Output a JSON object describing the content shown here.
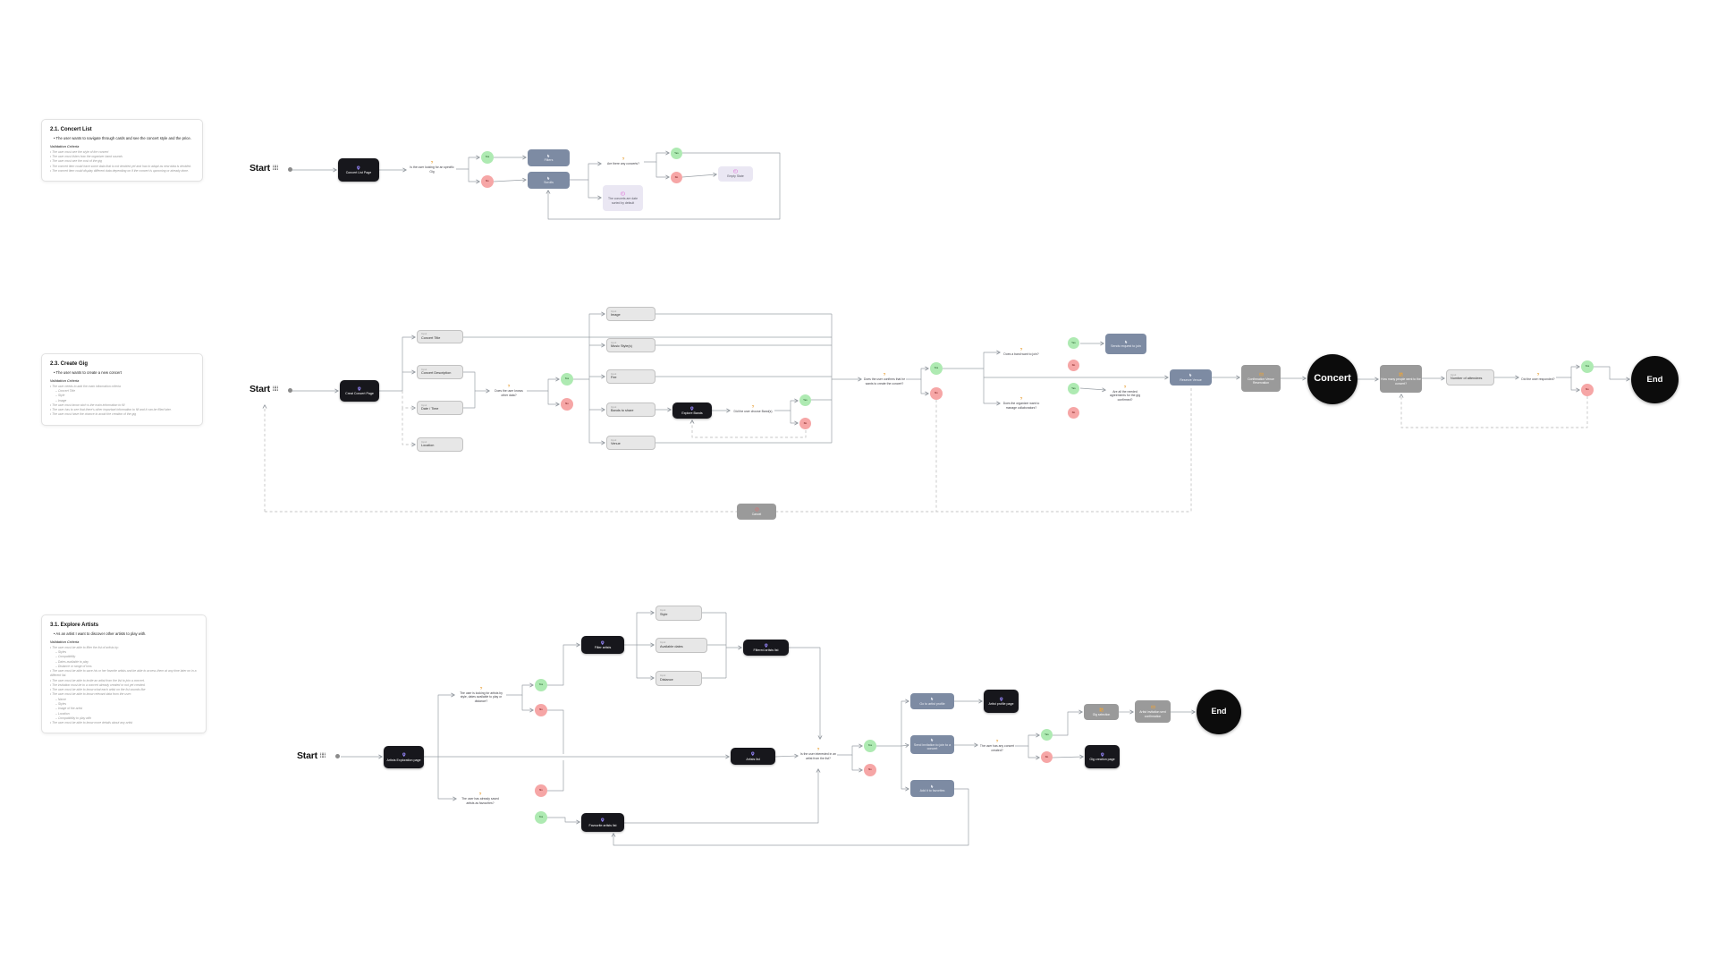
{
  "colors": {
    "dark": "#17171c",
    "slate": "#7d8ba3",
    "gray": "#9a9a9a",
    "lavender": "#eae7f3",
    "purple": "#8b7ce8",
    "orange": "#e8a33d",
    "pink": "#df6fd8",
    "yes_green": "#aeeab2",
    "no_red": "#f6a6a6",
    "edge": "#9aa0a6",
    "edge_dashed": "#c6c6c6"
  },
  "labels": {
    "start": "Start",
    "yes": "Yes",
    "no": "No",
    "input": "Input"
  },
  "cards": [
    {
      "id": "card-concert-list",
      "title": "2.1. Concert List",
      "bullets": [
        "The user wants to navigate through cards and see the concert style and the price."
      ],
      "criteria_heading": "Validation Criteria",
      "criteria": [
        {
          "level": 0,
          "text": "The user must see the style of the concert"
        },
        {
          "level": 0,
          "text": "The user must listen how the organizer band sounds"
        },
        {
          "level": 0,
          "text": "The user must see the cost of the gig"
        },
        {
          "level": 0,
          "text": "The concert item could have some data that is not decided yet and has to adapt as new data is decided."
        },
        {
          "level": 0,
          "text": "The concert item could display different data depending on if the concert is upcoming or already done."
        }
      ]
    },
    {
      "id": "card-create-gig",
      "title": "2.3. Create Gig",
      "bullets": [
        "The user wants to create a new concert"
      ],
      "criteria_heading": "Validation Criteria",
      "criteria": [
        {
          "level": 0,
          "text": "The user needs to add the main information criteria"
        },
        {
          "level": 1,
          "text": "Concert Title"
        },
        {
          "level": 1,
          "text": "Style"
        },
        {
          "level": 1,
          "text": "Image"
        },
        {
          "level": 0,
          "text": "The user must know wich is the main information to fill"
        },
        {
          "level": 0,
          "text": "The user has to see that there's other important information to fill and it can be filled later."
        },
        {
          "level": 0,
          "text": "The user must have the chance to avoid the creation of the gig"
        }
      ]
    },
    {
      "id": "card-explore-artists",
      "title": "3.1. Explore Artists",
      "bullets": [
        "As an artist I want to discover other artists to play with."
      ],
      "criteria_heading": "Validation Criteria",
      "criteria": [
        {
          "level": 0,
          "text": "The user must be able to filter the list of artists by:"
        },
        {
          "level": 1,
          "text": "Styles"
        },
        {
          "level": 1,
          "text": "Compatibility"
        },
        {
          "level": 1,
          "text": "Dates available to play"
        },
        {
          "level": 1,
          "text": "Distance or range of kms"
        },
        {
          "level": 0,
          "text": "The user must be able to save his or her favorite artists and be able to access them at any time later on in a different list."
        },
        {
          "level": 0,
          "text": "The user must be able to invite an artist from the list to join a concert."
        },
        {
          "level": 0,
          "text": "The invitation must be to a concert already created or not yet created."
        },
        {
          "level": 0,
          "text": "The user must be able to know what each artist on the list sounds like"
        },
        {
          "level": 0,
          "text": "The user must be able to know relevant data from the user:"
        },
        {
          "level": 1,
          "text": "Name"
        },
        {
          "level": 1,
          "text": "Styles"
        },
        {
          "level": 1,
          "text": "Image of the artist"
        },
        {
          "level": 1,
          "text": "Location"
        },
        {
          "level": 1,
          "text": "Compatibility to play with"
        },
        {
          "level": 0,
          "text": "The user must be able to know more details about any artist"
        }
      ]
    }
  ],
  "nodes": [
    {
      "id": "startA",
      "kind": "start",
      "name": "start-label-concert-list",
      "label": "Start"
    },
    {
      "id": "dotA",
      "kind": "dot",
      "name": "connector-start-dot"
    },
    {
      "id": "a1",
      "kind": "page",
      "icon": "pin-icon",
      "name": "node-concert-list-page",
      "label": "Concert List Page"
    },
    {
      "id": "a2",
      "kind": "question",
      "name": "question-specific-gig",
      "label": "Is the user looking for an specific Gig"
    },
    {
      "id": "aYes1",
      "kind": "yes",
      "name": "yes-badge",
      "label": "Yes"
    },
    {
      "id": "aNo1",
      "kind": "no",
      "name": "no-badge",
      "label": "No"
    },
    {
      "id": "a3",
      "kind": "action",
      "icon": "cursor-icon",
      "name": "node-filters",
      "label": "Filters"
    },
    {
      "id": "a4",
      "kind": "action",
      "icon": "cursor-icon",
      "name": "node-scrolls",
      "label": "Scrolls"
    },
    {
      "id": "a5",
      "kind": "question",
      "name": "question-any-concerts",
      "label": "Are there any concerts?"
    },
    {
      "id": "aYes2",
      "kind": "yes",
      "name": "yes-badge",
      "label": "Yes"
    },
    {
      "id": "aNo2",
      "kind": "no",
      "name": "no-badge",
      "label": "No"
    },
    {
      "id": "a6",
      "kind": "note",
      "icon": "window-icon",
      "name": "node-empty-state",
      "label": "Empty State"
    },
    {
      "id": "a7",
      "kind": "note",
      "icon": "window-icon",
      "name": "note-date-sorted",
      "label": "The concerts are date sorted by default"
    },
    {
      "id": "startB",
      "kind": "start",
      "name": "start-label-create-gig",
      "label": "Start"
    },
    {
      "id": "dotB",
      "kind": "dot",
      "name": "connector-start-dot"
    },
    {
      "id": "b1",
      "kind": "page",
      "icon": "pin-icon",
      "name": "node-creat-concert-page",
      "label": "Creat Concert Page"
    },
    {
      "id": "b2",
      "kind": "input",
      "name": "input-concert-title",
      "label": "Concert Title"
    },
    {
      "id": "b3",
      "kind": "input",
      "name": "input-concert-description",
      "label": "Concert Description"
    },
    {
      "id": "b4",
      "kind": "input",
      "name": "input-date-time",
      "label": "Date / Time"
    },
    {
      "id": "b5",
      "kind": "input",
      "name": "input-location",
      "label": "Location"
    },
    {
      "id": "b6",
      "kind": "question",
      "name": "question-knows-other-data",
      "label": "Does the user knows other data?"
    },
    {
      "id": "bYes1",
      "kind": "yes",
      "name": "yes-badge",
      "label": "Yes"
    },
    {
      "id": "bNo1",
      "kind": "no",
      "name": "no-badge",
      "label": "No"
    },
    {
      "id": "b7",
      "kind": "input",
      "name": "input-image",
      "label": "Image"
    },
    {
      "id": "b8",
      "kind": "input",
      "name": "input-music-styles",
      "label": "Music Style(s)"
    },
    {
      "id": "b9",
      "kind": "input",
      "name": "input-fee",
      "label": "Fee"
    },
    {
      "id": "b10",
      "kind": "input",
      "name": "input-bands-to-share",
      "label": "Bands to share"
    },
    {
      "id": "b11",
      "kind": "input",
      "name": "input-venue",
      "label": "Venue"
    },
    {
      "id": "b12",
      "kind": "page",
      "icon": "pin-icon",
      "name": "node-explore-bands",
      "label": "Explore Bands"
    },
    {
      "id": "b13",
      "kind": "question",
      "name": "question-choose-bands",
      "label": "Did the user choose Band(s)"
    },
    {
      "id": "bYes2",
      "kind": "yes",
      "name": "yes-badge",
      "label": "Yes"
    },
    {
      "id": "bNo2",
      "kind": "no",
      "name": "no-badge",
      "label": "No"
    },
    {
      "id": "b14",
      "kind": "question",
      "name": "question-confirm-create",
      "label": "Does the user confirms that he wants to create the concert?"
    },
    {
      "id": "bYes3",
      "kind": "yes",
      "name": "yes-badge",
      "label": "Yes"
    },
    {
      "id": "bNo3",
      "kind": "no",
      "name": "no-badge",
      "label": "No"
    },
    {
      "id": "b15",
      "kind": "question",
      "name": "question-band-join",
      "label": "Does a band want to join?"
    },
    {
      "id": "bYes4",
      "kind": "yes",
      "name": "yes-badge",
      "label": "Yes"
    },
    {
      "id": "bNo4",
      "kind": "no",
      "name": "no-badge",
      "label": "No"
    },
    {
      "id": "b16",
      "kind": "action",
      "icon": "cursor-icon",
      "name": "node-sends-request",
      "label": "Sends request to join"
    },
    {
      "id": "b17",
      "kind": "question",
      "name": "question-manage-collaborators",
      "label": "Does the organizer want to manage collaborators?"
    },
    {
      "id": "bYes5",
      "kind": "yes",
      "name": "yes-badge",
      "label": "Yes"
    },
    {
      "id": "bNo5",
      "kind": "no",
      "name": "no-badge",
      "label": "No"
    },
    {
      "id": "b18",
      "kind": "question",
      "name": "question-agreements-confirmed",
      "label": "Are all the needed agreements for the gig confirmed?"
    },
    {
      "id": "b19",
      "kind": "action",
      "icon": "cursor-icon",
      "name": "node-reserve-venue",
      "label": "Reserve Venue"
    },
    {
      "id": "b20",
      "kind": "gray",
      "icon": "mail-icon",
      "name": "node-confirmation-venue-reservation",
      "label": "Confirmation Venue Reservation"
    },
    {
      "id": "b21",
      "kind": "terminal",
      "name": "node-concert-milestone",
      "label": "Concert"
    },
    {
      "id": "b22",
      "kind": "gray",
      "icon": "grid-icon",
      "name": "node-how-many-people",
      "label": "How many people went to the concert?"
    },
    {
      "id": "b23",
      "kind": "input",
      "name": "input-number-of-attendees",
      "label": "Number of attendees"
    },
    {
      "id": "b24",
      "kind": "question",
      "name": "question-user-responded",
      "label": "Did the user responded?"
    },
    {
      "id": "bYes6",
      "kind": "yes",
      "name": "yes-badge",
      "label": "Yes"
    },
    {
      "id": "bNo6",
      "kind": "no",
      "name": "no-badge",
      "label": "No"
    },
    {
      "id": "b25",
      "kind": "terminal",
      "name": "node-end-create-gig",
      "label": "End"
    },
    {
      "id": "b26",
      "kind": "gray",
      "icon": "cancel-icon",
      "name": "node-cancel",
      "label": "Cancel"
    },
    {
      "id": "startC",
      "kind": "start",
      "name": "start-label-explore-artists",
      "label": "Start"
    },
    {
      "id": "dotC",
      "kind": "dot",
      "name": "connector-start-dot"
    },
    {
      "id": "c1",
      "kind": "page",
      "icon": "pin-icon",
      "name": "node-artists-exploration-page",
      "label": "Artists Exploration page"
    },
    {
      "id": "c2",
      "kind": "question",
      "name": "question-looking-filters",
      "label": "The user is looking for artists by style, dates available to play or distance?"
    },
    {
      "id": "cYes1",
      "kind": "yes",
      "name": "yes-badge",
      "label": "Yes"
    },
    {
      "id": "cNo1",
      "kind": "no",
      "name": "no-badge",
      "label": "No"
    },
    {
      "id": "c3",
      "kind": "page",
      "icon": "pin-icon",
      "name": "node-filter-artists",
      "label": "Filter artists"
    },
    {
      "id": "c4",
      "kind": "input",
      "name": "input-style",
      "label": "Style"
    },
    {
      "id": "c5",
      "kind": "input",
      "name": "input-available-dates",
      "label": "Available dates"
    },
    {
      "id": "c6",
      "kind": "input",
      "name": "input-distance",
      "label": "Distance"
    },
    {
      "id": "c7",
      "kind": "page",
      "icon": "pin-icon",
      "name": "node-filtered-artists-list",
      "label": "Filtered artists list"
    },
    {
      "id": "c8",
      "kind": "page",
      "icon": "pin-icon",
      "name": "node-artists-list",
      "label": "Artists list"
    },
    {
      "id": "c9",
      "kind": "question",
      "name": "question-interested-artist",
      "label": "Is the user interested in an artist from the list?"
    },
    {
      "id": "cYes2",
      "kind": "yes",
      "name": "yes-badge",
      "label": "Yes"
    },
    {
      "id": "cNo2",
      "kind": "no",
      "name": "no-badge",
      "label": "No"
    },
    {
      "id": "c10",
      "kind": "action",
      "icon": "cursor-icon",
      "name": "node-go-to-artist-profile",
      "label": "Go to artist profile"
    },
    {
      "id": "c11",
      "kind": "page",
      "icon": "pin-icon",
      "name": "node-artist-profile-page",
      "label": "Artist profile page"
    },
    {
      "id": "c12",
      "kind": "action",
      "icon": "cursor-icon",
      "name": "node-send-invitation",
      "label": "Send invitation to join to a concert"
    },
    {
      "id": "c13",
      "kind": "question",
      "name": "question-any-concert-created",
      "label": "The user has any concert created?"
    },
    {
      "id": "cYes3",
      "kind": "yes",
      "name": "yes-badge",
      "label": "Yes"
    },
    {
      "id": "cNo3",
      "kind": "no",
      "name": "no-badge",
      "label": "No"
    },
    {
      "id": "c14",
      "kind": "gray",
      "icon": "grid-icon",
      "name": "node-gig-selection",
      "label": "Gig selection"
    },
    {
      "id": "c15",
      "kind": "gray",
      "icon": "mail-icon",
      "name": "node-artist-invitation-confirmation",
      "label": "Artist invitation sent confirmation"
    },
    {
      "id": "c16",
      "kind": "page",
      "icon": "pin-icon",
      "name": "node-gig-creation-page",
      "label": "Gig creation page"
    },
    {
      "id": "c17",
      "kind": "terminal",
      "name": "node-end-explore-artists",
      "label": "End"
    },
    {
      "id": "c18",
      "kind": "action",
      "icon": "cursor-icon",
      "name": "node-add-to-favorites",
      "label": "Add it to favorites"
    },
    {
      "id": "c19",
      "kind": "question",
      "name": "question-saved-favourites",
      "label": "The user has already saved artists as favourites?"
    },
    {
      "id": "cNo4",
      "kind": "no",
      "name": "no-badge",
      "label": "No"
    },
    {
      "id": "cYes4",
      "kind": "yes",
      "name": "yes-badge",
      "label": "Yes"
    },
    {
      "id": "c20",
      "kind": "page",
      "icon": "pin-icon",
      "name": "node-favourite-artists-list",
      "label": "Favourite artists list"
    }
  ]
}
